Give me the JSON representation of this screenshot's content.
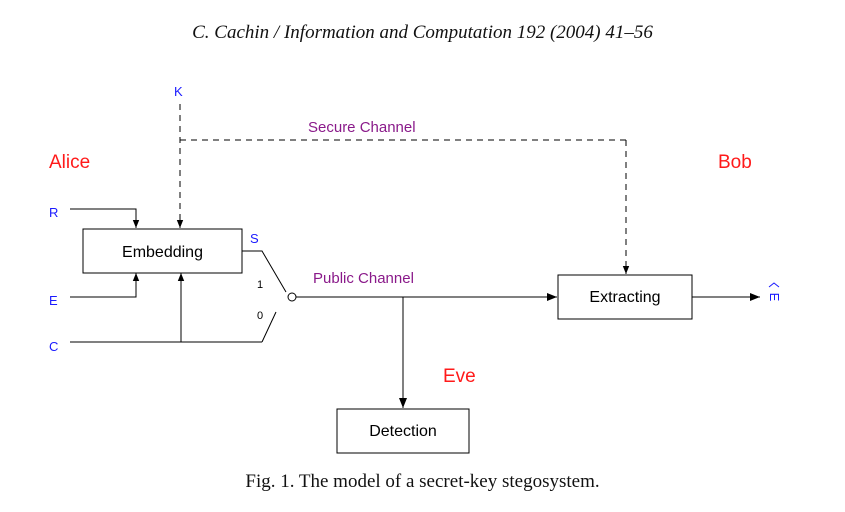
{
  "header": "C. Cachin / Information and Computation 192 (2004) 41–56",
  "caption": "Fig. 1.  The model of a secret-key stegosystem.",
  "diagram": {
    "parties": {
      "alice": "Alice",
      "bob": "Bob",
      "eve": "Eve"
    },
    "inputs": {
      "key": "K",
      "random": "R",
      "embedded": "E",
      "covertext": "C"
    },
    "signals": {
      "stego": "S",
      "switch_one": "1",
      "switch_zero": "0",
      "output": "E"
    },
    "channels": {
      "secure": "Secure Channel",
      "public": "Public Channel"
    },
    "boxes": {
      "embedding": "Embedding",
      "extracting": "Extracting",
      "detection": "Detection"
    },
    "colors": {
      "inputs": "#1a1aff",
      "channels": "#8a1a8a",
      "parties": "#ff1a1a"
    }
  }
}
